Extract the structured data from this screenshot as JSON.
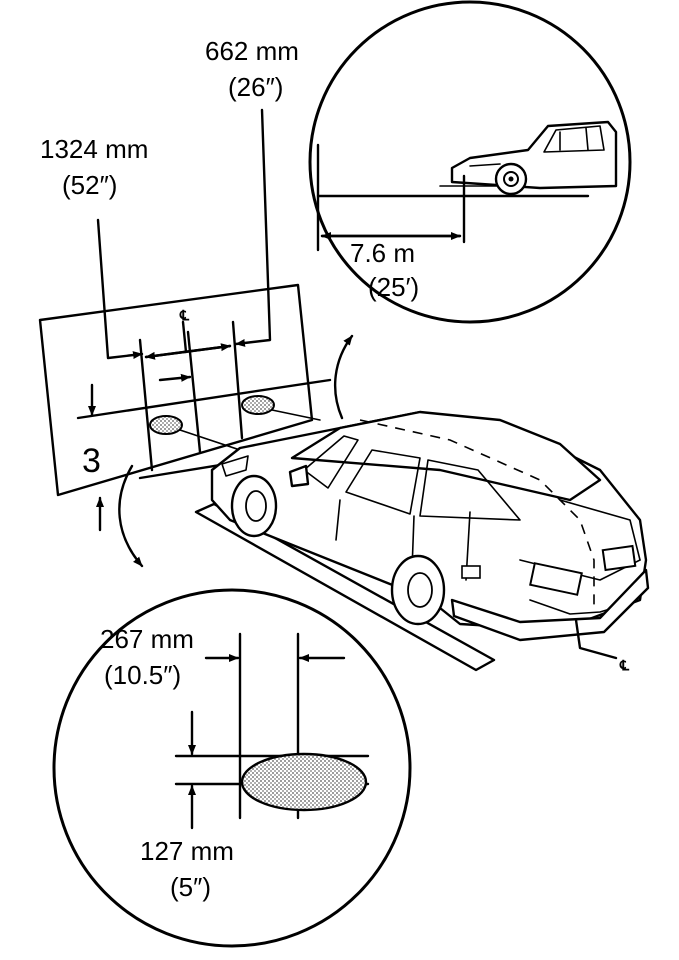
{
  "labels": {
    "width_large_mm": "1324 mm",
    "width_large_in": "(52″)",
    "width_small_mm": "662 mm",
    "width_small_in": "(26″)",
    "distance_m": "7.6 m",
    "distance_ft": "(25′)",
    "offset_h_mm": "267 mm",
    "offset_h_in": "(10.5″)",
    "offset_v_mm": "127 mm",
    "offset_v_in": "(5″)",
    "callout_number": "3",
    "centerline_symbol_screen": "℄",
    "centerline_symbol_car": "℄"
  },
  "colors": {
    "line": "#000000",
    "background": "#ffffff",
    "beam_pattern": "#bdbdbd"
  }
}
